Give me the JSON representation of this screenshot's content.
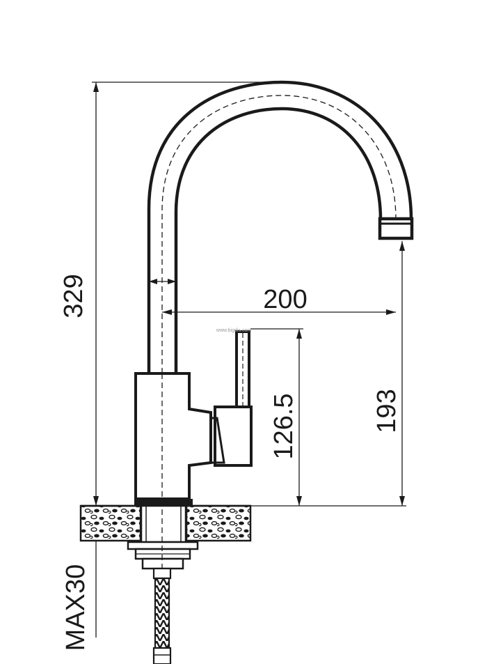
{
  "dimensions": {
    "total_height": "329",
    "spout_reach": "200",
    "spout_height": "193",
    "handle_height": "126.5",
    "max_deck_thickness": "MAX30"
  },
  "watermark": "www.bigdis.com",
  "colors": {
    "ink": "#1a1a1a",
    "background": "#ffffff"
  }
}
